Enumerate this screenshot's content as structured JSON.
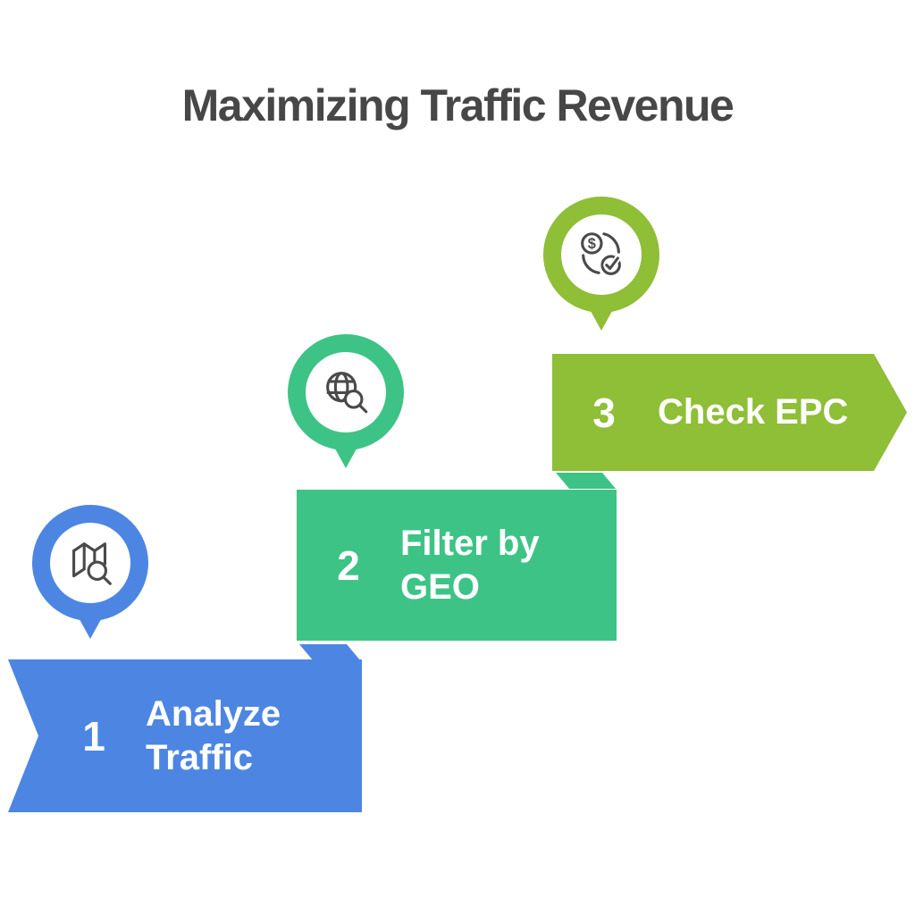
{
  "title": "Maximizing Traffic Revenue",
  "colors": {
    "step1_blue": "#4d86e2",
    "step2_green": "#3ec386",
    "step3_olive": "#8fbe37",
    "icon_stroke": "#4a4a4a",
    "title_text": "#474747",
    "banner_text": "#ffffff",
    "background": "#ffffff"
  },
  "steps": [
    {
      "number": "1",
      "label": "Analyze Traffic",
      "icon": "map-search-icon",
      "color": "#4d86e2"
    },
    {
      "number": "2",
      "label": "Filter by GEO",
      "icon": "globe-search-icon",
      "color": "#3ec386"
    },
    {
      "number": "3",
      "label": "Check EPC",
      "icon": "dollar-cycle-check-icon",
      "color": "#8fbe37"
    }
  ],
  "icon_glyphs": {
    "dollar": "$"
  }
}
